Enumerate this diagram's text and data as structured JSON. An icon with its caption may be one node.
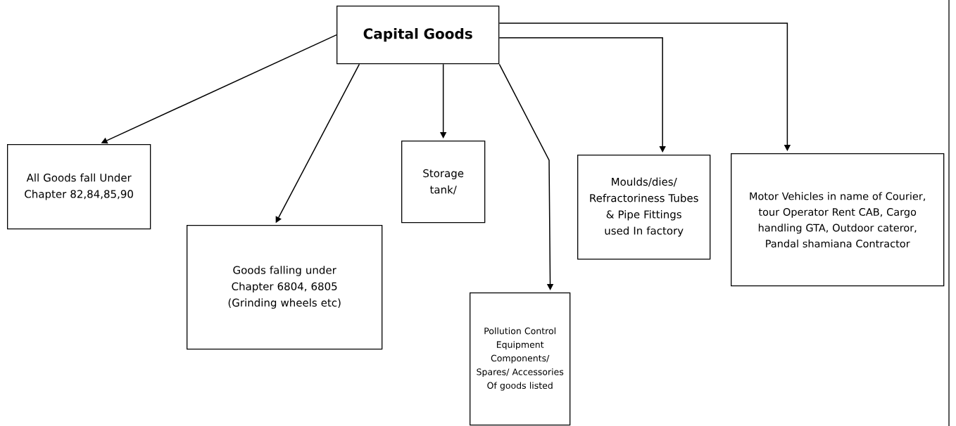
{
  "diagram": {
    "nodes": [
      {
        "text": [
          "Capital Goods"
        ]
      },
      {
        "text": [
          "All Goods fall Under Chapter 82,84,85,90"
        ]
      },
      {
        "text": [
          "Goods falling under Chapter 6804, 6805 (Grinding wheels etc)"
        ]
      },
      {
        "text": [
          "Storage tank/"
        ]
      },
      {
        "text": [
          "Pollution Control Equipment Components/ Spares/ Accessories Of goods listed"
        ]
      },
      {
        "text": [
          "Moulds/dies/ Refractoriness Tubes & Pipe Fittings used In factory"
        ]
      },
      {
        "text": [
          "Motor Vehicles in name of Courier, tour Operator Rent CAB, Cargo handling GTA, Outdoor cateror, Pandal shamiana Contractor"
        ]
      }
    ],
    "edges": [
      {
        "from": 0,
        "to": 1,
        "arrow": "to"
      },
      {
        "from": 0,
        "to": 2,
        "arrow": "to"
      },
      {
        "from": 0,
        "to": 3,
        "arrow": "to"
      },
      {
        "from": 0,
        "to": 4,
        "arrow": "to"
      },
      {
        "from": 0,
        "to": 5,
        "arrow": "to"
      },
      {
        "from": 0,
        "to": 6,
        "arrow": "to"
      }
    ]
  }
}
